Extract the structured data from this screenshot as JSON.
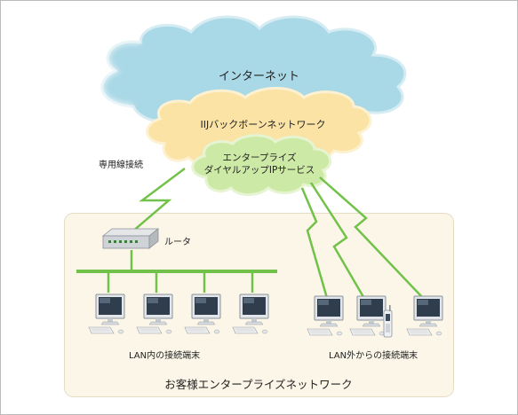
{
  "labels": {
    "internet": "インターネット",
    "backbone": "IIJバックボーンネットワーク",
    "service_line1": "エンタープライズ",
    "service_line2": "ダイヤルアップIPサービス",
    "dedicated_line": "専用線接続",
    "router": "ルータ",
    "lan_terminals": "LAN内の接続端末",
    "remote_terminals": "LAN外からの接続端末",
    "customer_network": "お客様エンタープライズネットワーク"
  },
  "colors": {
    "internet_cloud": "#a9d8e6",
    "backbone_cloud": "#fbe3a6",
    "service_cloud": "#cde9a6",
    "connection_line": "#72c24a",
    "customer_area": "#fbf6e8",
    "frame_border": "#bbbbbb"
  },
  "icons": {
    "router": "router-icon",
    "pc": "desktop-computer-icon",
    "mobile": "mobile-phone-icon"
  }
}
